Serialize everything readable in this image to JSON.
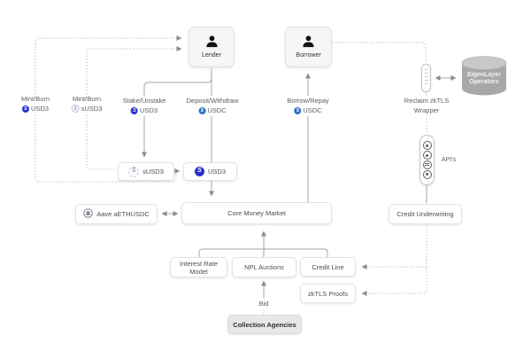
{
  "nodes": {
    "lender": {
      "label": "Lender"
    },
    "borrower": {
      "label": "Borrower"
    },
    "eigenlayer": {
      "line1": "EigenLayer",
      "line2": "Operators"
    },
    "susd3_box": {
      "label": "sUSD3"
    },
    "usd3_box": {
      "label": "USD3"
    },
    "aave": {
      "label": "Aave aETHUSDC"
    },
    "core_money_market": {
      "label": "Core Money Market"
    },
    "credit_underwriting": {
      "label": "Credit Underwriting"
    },
    "interest_rate_model": {
      "label": "Interest Rate Model"
    },
    "npl_auctions": {
      "label": "NPL Auctions"
    },
    "credit_line": {
      "label": "Credit Line"
    },
    "zktls_proofs": {
      "label": "zkTLS Proofs"
    },
    "collection_agencies": {
      "label": "Collection Agencies"
    }
  },
  "flow_labels": {
    "mint_burn_usd3": {
      "action": "Mint/Burn",
      "token": "USD3"
    },
    "mint_burn_susd3": {
      "action": "Mint/Burn",
      "token": "sUSD3"
    },
    "stake_unstake_usd3": {
      "action": "Stake/Unstake",
      "token": "USD3"
    },
    "deposit_withdraw_usdc": {
      "action": "Deposit/Withdraw",
      "token": "USDC"
    },
    "borrow_repay_usdc": {
      "action": "Borrow/Repay",
      "token": "USDC"
    },
    "reclaim_wrapper": {
      "line1": "Reclaim zkTLS",
      "line2": "Wrapper"
    },
    "apis": {
      "label": "API's"
    },
    "bid": {
      "label": "Bid"
    }
  },
  "token_glyphs": {
    "usd3": "S",
    "susd3": "S",
    "usdc": "$"
  },
  "colors": {
    "usd3_token": "#2a2fd0",
    "usdc_token": "#2e6fc0",
    "susd3_ring": "#b9bfdd",
    "solid_line": "#a6a6a6",
    "dotted_line": "#bdbdbd",
    "cylinder": "#a8a8a8",
    "node_border": "#e3e3e3",
    "actor_fill": "#f6f6f6",
    "gray_box_fill": "#e7e7e7"
  }
}
